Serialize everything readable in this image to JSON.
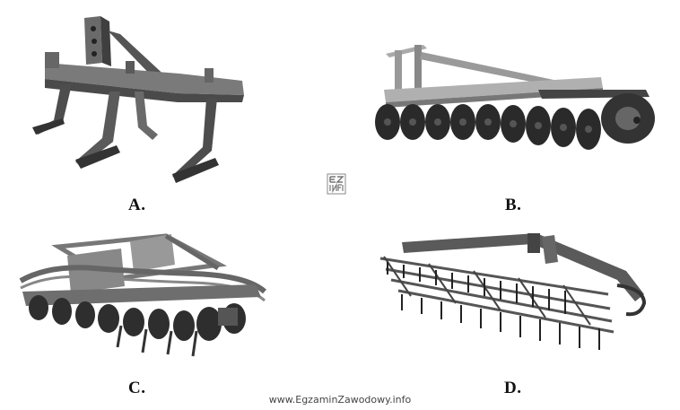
{
  "figures": [
    {
      "label": "A.",
      "subject": "subsoiler-icon"
    },
    {
      "label": "B.",
      "subject": "disc-harrow-icon"
    },
    {
      "label": "C.",
      "subject": "compact-disc-cultivator-icon"
    },
    {
      "label": "D.",
      "subject": "tine-harrow-icon"
    }
  ],
  "watermark": {
    "logo": "ez-info-logo-icon"
  },
  "footer": {
    "url": "www.EgzaminZawodowy.info"
  }
}
